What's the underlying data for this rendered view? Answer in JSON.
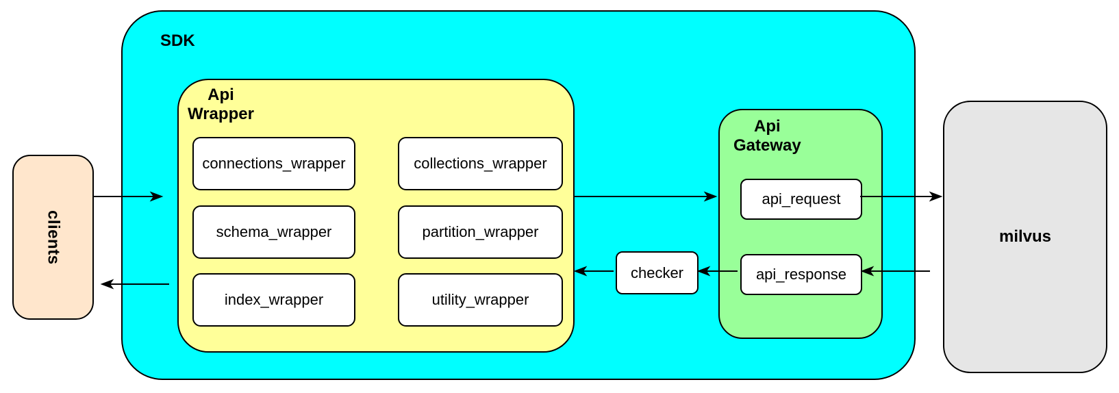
{
  "diagram": {
    "clients": {
      "label": "clients"
    },
    "sdk": {
      "label": "SDK",
      "api_wrapper": {
        "label_line1": "Api",
        "label_line2": "Wrapper",
        "modules": [
          "connections_wrapper",
          "collections_wrapper",
          "schema_wrapper",
          "partition_wrapper",
          "index_wrapper",
          "utility_wrapper"
        ]
      },
      "checker": {
        "label": "checker"
      },
      "api_gateway": {
        "label_line1": "Api",
        "label_line2": "Gateway",
        "request": {
          "label": "api_request"
        },
        "response": {
          "label": "api_response"
        }
      }
    },
    "milvus": {
      "label": "milvus"
    },
    "colors": {
      "sdk_fill": "#00FFFF",
      "api_wrapper_fill": "#FFFF99",
      "api_gateway_fill": "#99FF99",
      "clients_fill": "#FFE6CC",
      "milvus_fill": "#E6E6E6",
      "leaf_fill": "#FFFFFF",
      "stroke": "#000000"
    }
  }
}
